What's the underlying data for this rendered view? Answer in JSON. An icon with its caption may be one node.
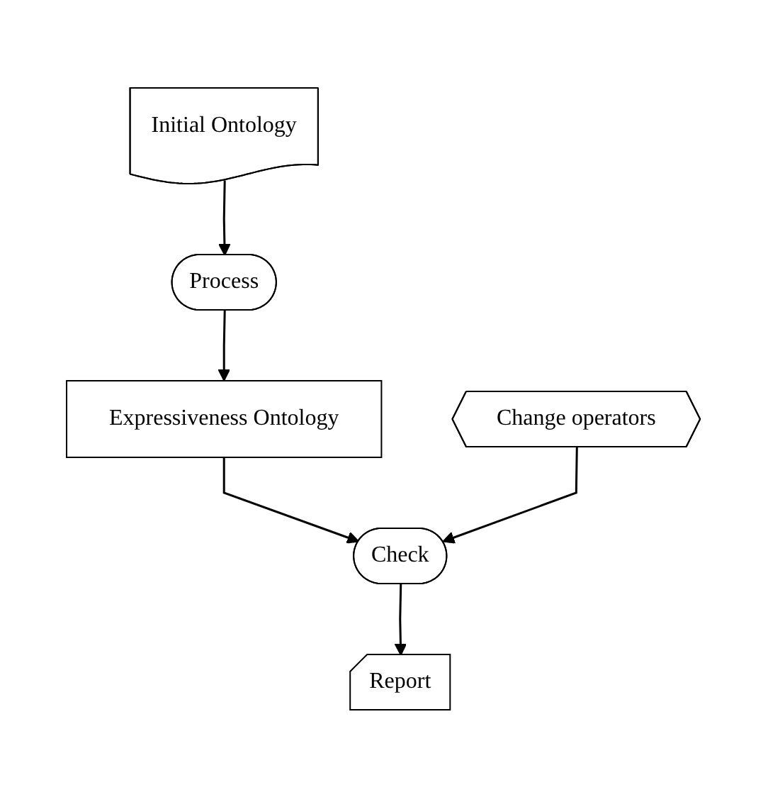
{
  "diagram": {
    "nodes": [
      {
        "text": [
          "Initial Ontology"
        ]
      },
      {
        "text": [
          "Process"
        ]
      },
      {
        "text": [
          "Expressiveness Ontology"
        ]
      },
      {
        "text": [
          "Change operators"
        ]
      },
      {
        "text": [
          "Check"
        ]
      },
      {
        "text": [
          "Report"
        ]
      }
    ],
    "edges": [
      {
        "from": 0,
        "to": 1,
        "arrow": "to"
      },
      {
        "from": 1,
        "to": 2,
        "arrow": "to"
      },
      {
        "from": 2,
        "to": 4,
        "arrow": "to"
      },
      {
        "from": 3,
        "to": 4,
        "arrow": "to"
      },
      {
        "from": 4,
        "to": 5,
        "arrow": "to"
      }
    ]
  }
}
